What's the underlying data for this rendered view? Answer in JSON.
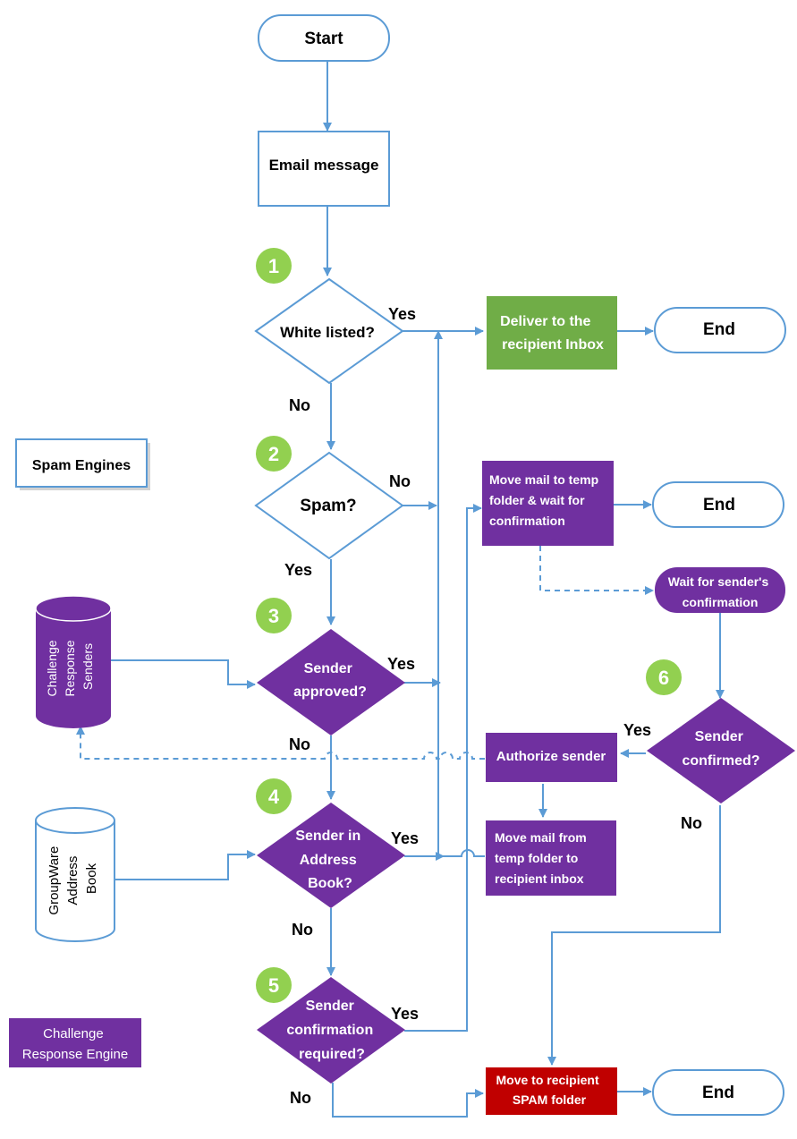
{
  "colors": {
    "line": "#5b9bd5",
    "purple": "#7030a0",
    "green": "#70ad47",
    "red": "#c00000",
    "badge": "#92d050"
  },
  "nodes": {
    "start": "Start",
    "email": "Email message",
    "white_listed": "White listed?",
    "deliver": [
      "Deliver to the",
      "recipient Inbox"
    ],
    "end1": "End",
    "spam_engines": "Spam Engines",
    "spam": "Spam?",
    "move_temp": [
      "Move mail to temp",
      "folder & wait for",
      "confirmation"
    ],
    "end2": "End",
    "wait_confirm": [
      "Wait for sender's",
      "confirmation"
    ],
    "cr_senders": [
      "Challenge",
      "Response",
      "Senders"
    ],
    "sender_approved": [
      "Sender",
      "approved?"
    ],
    "sender_confirmed": [
      "Sender",
      "confirmed?"
    ],
    "authorize": "Authorize sender",
    "move_inbox": [
      "Move mail from",
      "temp folder to",
      "recipient inbox"
    ],
    "address_book_db": [
      "GroupWare",
      "Address",
      "Book"
    ],
    "sender_in_book": [
      "Sender in",
      "Address",
      "Book?"
    ],
    "confirmation_required": [
      "Sender",
      "confirmation",
      "required?"
    ],
    "cr_engine": [
      "Challenge",
      "Response Engine"
    ],
    "move_spam": [
      "Move to recipient",
      "SPAM folder"
    ],
    "end3": "End"
  },
  "badges": [
    "1",
    "2",
    "3",
    "4",
    "5",
    "6"
  ],
  "edge_labels": {
    "wl_yes": "Yes",
    "wl_no": "No",
    "spam_no": "No",
    "spam_yes": "Yes",
    "approved_yes": "Yes",
    "approved_no": "No",
    "confirmed_yes": "Yes",
    "confirmed_no": "No",
    "book_yes": "Yes",
    "book_no": "No",
    "req_yes": "Yes",
    "req_no": "No"
  }
}
